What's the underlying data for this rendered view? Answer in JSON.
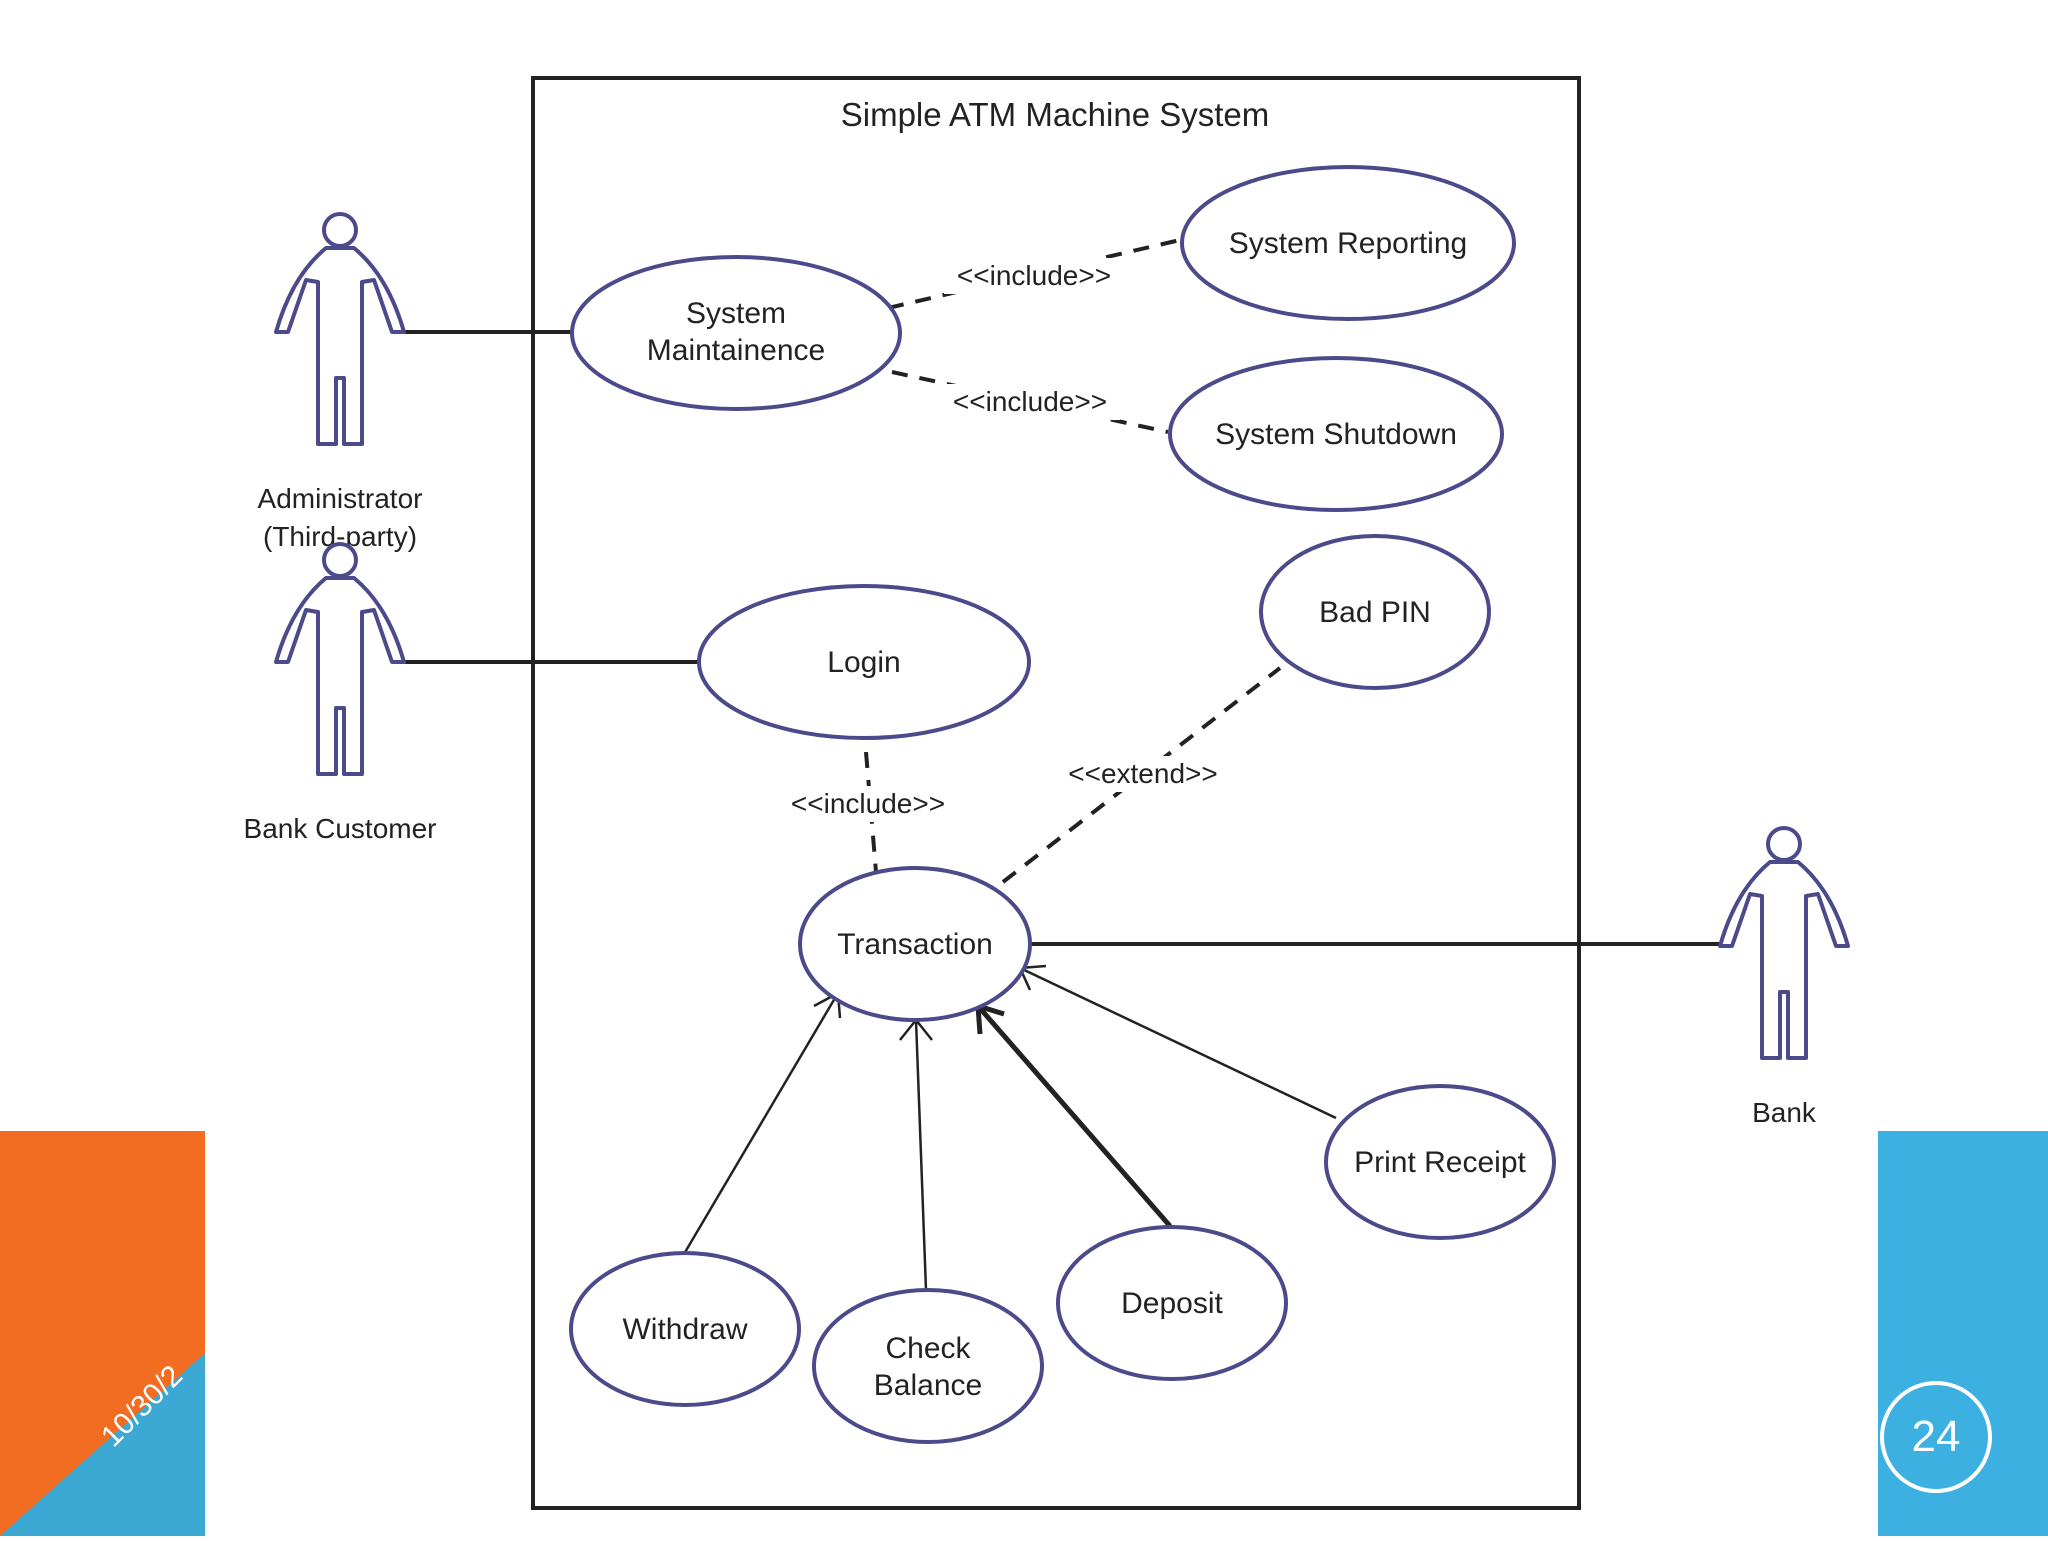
{
  "diagram": {
    "title": "Simple ATM Machine System",
    "actors": {
      "administrator": [
        "Administrator",
        "(Third-party)"
      ],
      "customer": "Bank Customer",
      "bank": "Bank"
    },
    "use_cases": {
      "maintenance": [
        "System",
        "Maintainence"
      ],
      "reporting": "System Reporting",
      "shutdown": "System Shutdown",
      "login": "Login",
      "bad_pin": "Bad PIN",
      "transaction": "Transaction",
      "withdraw": "Withdraw",
      "check_balance": [
        "Check",
        "Balance"
      ],
      "deposit": "Deposit",
      "print_receipt": "Print Receipt"
    },
    "relations": {
      "include_reporting": "<<include>>",
      "include_shutdown": "<<include>>",
      "include_login": "<<include>>",
      "extend_bad_pin": "<<extend>>"
    }
  },
  "slide": {
    "date": "10/30/2",
    "page_number": "24"
  },
  "colors": {
    "ellipse_stroke": "#4B4A8A",
    "orange": "#F26D21",
    "blue": "#3CB0E1"
  }
}
